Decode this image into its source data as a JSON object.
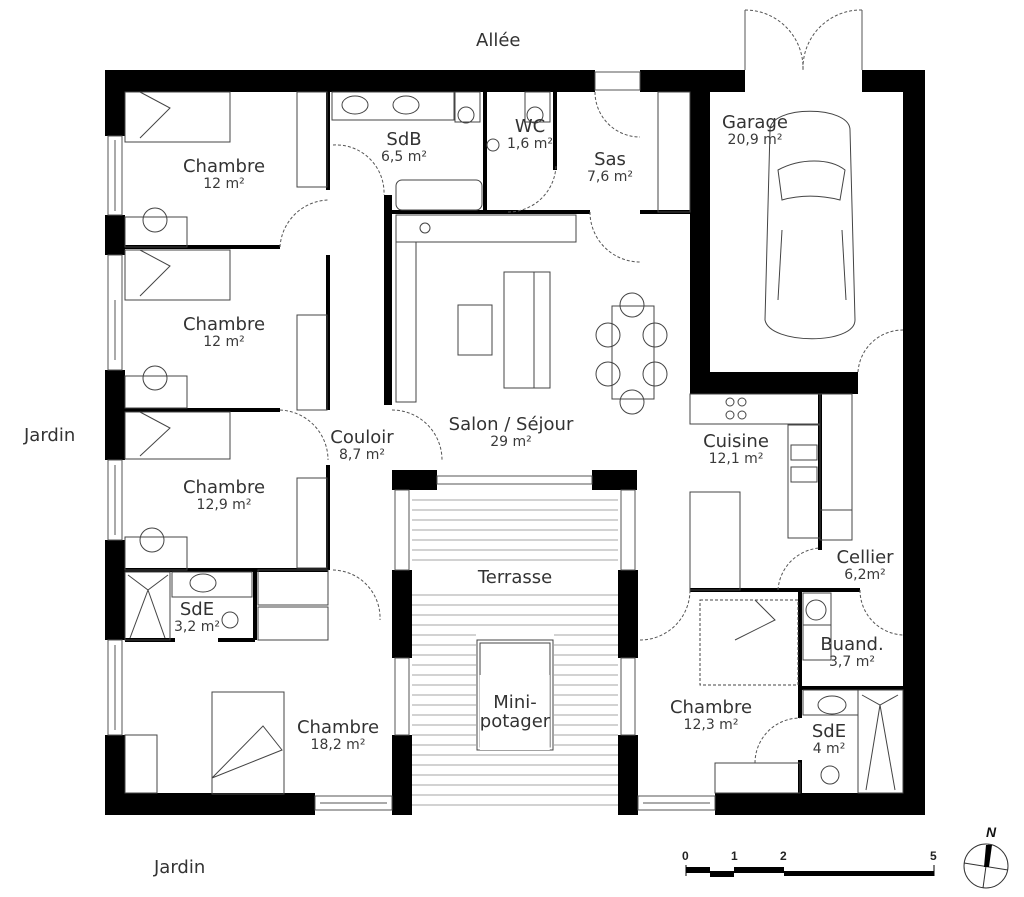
{
  "plan": {
    "exterior_labels": {
      "top": "Allée",
      "left": "Jardin",
      "bottom": "Jardin"
    },
    "rooms": [
      {
        "id": "chambre-1",
        "name": "Chambre",
        "area": "12 m²"
      },
      {
        "id": "sdb",
        "name": "SdB",
        "area": "6,5 m²"
      },
      {
        "id": "wc",
        "name": "WC",
        "area": "1,6 m²"
      },
      {
        "id": "sas",
        "name": "Sas",
        "area": "7,6 m²"
      },
      {
        "id": "garage",
        "name": "Garage",
        "area": "20,9 m²"
      },
      {
        "id": "chambre-2",
        "name": "Chambre",
        "area": "12 m²"
      },
      {
        "id": "couloir",
        "name": "Couloir",
        "area": "8,7 m²"
      },
      {
        "id": "salon",
        "name": "Salon / Séjour",
        "area": "29 m²"
      },
      {
        "id": "cuisine",
        "name": "Cuisine",
        "area": "12,1 m²"
      },
      {
        "id": "chambre-3",
        "name": "Chambre",
        "area": "12,9 m²"
      },
      {
        "id": "sde-1",
        "name": "SdE",
        "area": "3,2 m²"
      },
      {
        "id": "cellier",
        "name": "Cellier",
        "area": "6,2m²"
      },
      {
        "id": "terrasse",
        "name": "Terrasse",
        "area": ""
      },
      {
        "id": "potager",
        "name": "Mini-\npotager",
        "area": ""
      },
      {
        "id": "buanderie",
        "name": "Buand.",
        "area": "3,7 m²"
      },
      {
        "id": "chambre-4",
        "name": "Chambre",
        "area": "18,2 m²"
      },
      {
        "id": "chambre-5",
        "name": "Chambre",
        "area": "12,3 m²"
      },
      {
        "id": "sde-2",
        "name": "SdE",
        "area": "4 m²"
      }
    ],
    "scale_bar": {
      "ticks": [
        "0",
        "1",
        "2",
        "5"
      ],
      "unit": "m"
    },
    "north_arrow": {
      "label": "N"
    },
    "colors": {
      "wall": "#000000",
      "line": "#333333",
      "background": "#ffffff",
      "text": "#333333"
    }
  }
}
